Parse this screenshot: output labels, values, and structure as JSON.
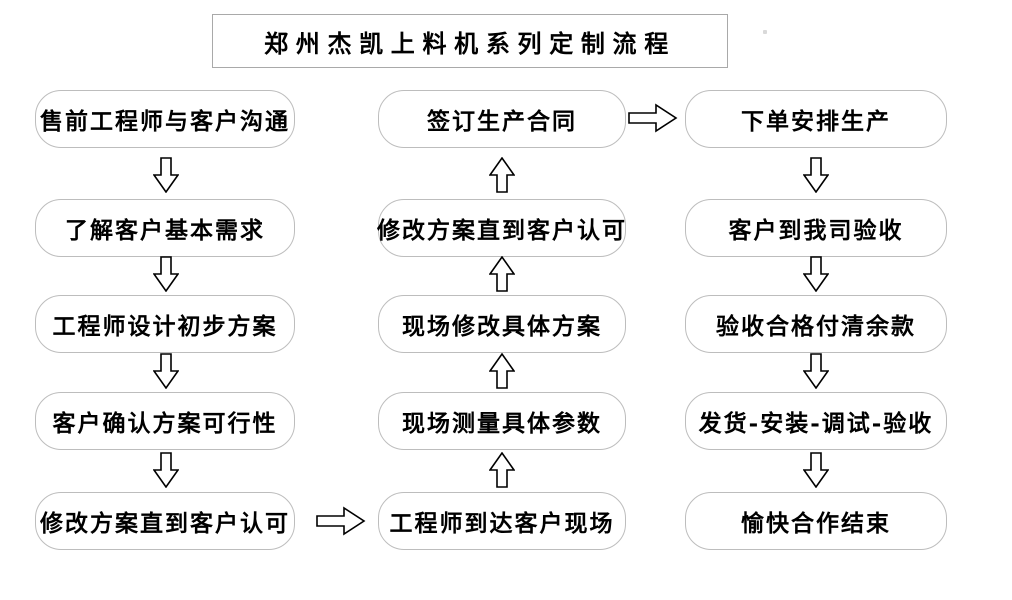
{
  "title": "郑州杰凯上料机系列定制流程",
  "colors": {
    "node_border": "#bdbdbd",
    "title_border": "#a9a9a9",
    "arrow_stroke": "#000000",
    "text": "#000000",
    "background": "#ffffff"
  },
  "columns": {
    "left": {
      "items": [
        "售前工程师与客户沟通",
        "了解客户基本需求",
        "工程师设计初步方案",
        "客户确认方案可行性",
        "修改方案直到客户认可"
      ],
      "flow_direction": "top-to-bottom"
    },
    "middle": {
      "items": [
        "签订生产合同",
        "修改方案直到客户认可",
        "现场修改具体方案",
        "现场测量具体参数",
        "工程师到达客户现场"
      ],
      "flow_direction": "bottom-to-top"
    },
    "right": {
      "items": [
        "下单安排生产",
        "客户到我司验收",
        "验收合格付清余款",
        "发货-安装-调试-验收",
        "愉快合作结束"
      ],
      "flow_direction": "top-to-bottom"
    }
  },
  "connections": [
    "修改方案直到客户认可 → 工程师到达客户现场",
    "签订生产合同 → 下单安排生产"
  ]
}
